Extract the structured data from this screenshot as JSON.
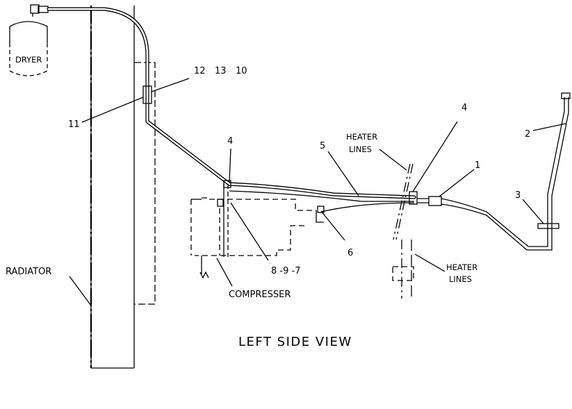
{
  "diagram": {
    "title": "LEFT SIDE VIEW",
    "components": {
      "dryer": "DRYER",
      "radiator": "RADIATOR",
      "compressor": "COMPRESSER",
      "heater_lines_upper": [
        "HEATER",
        "LINES"
      ],
      "heater_lines_lower": [
        "HEATER",
        "LINES"
      ]
    },
    "callouts": {
      "c12": "12",
      "c13": "13",
      "c10": "10",
      "c11": "11",
      "c4_left": "4",
      "c5": "5",
      "c4_right": "4",
      "c1": "1",
      "c2": "2",
      "c3": "3",
      "c6": "6",
      "c897": "8 -9 -7"
    }
  }
}
